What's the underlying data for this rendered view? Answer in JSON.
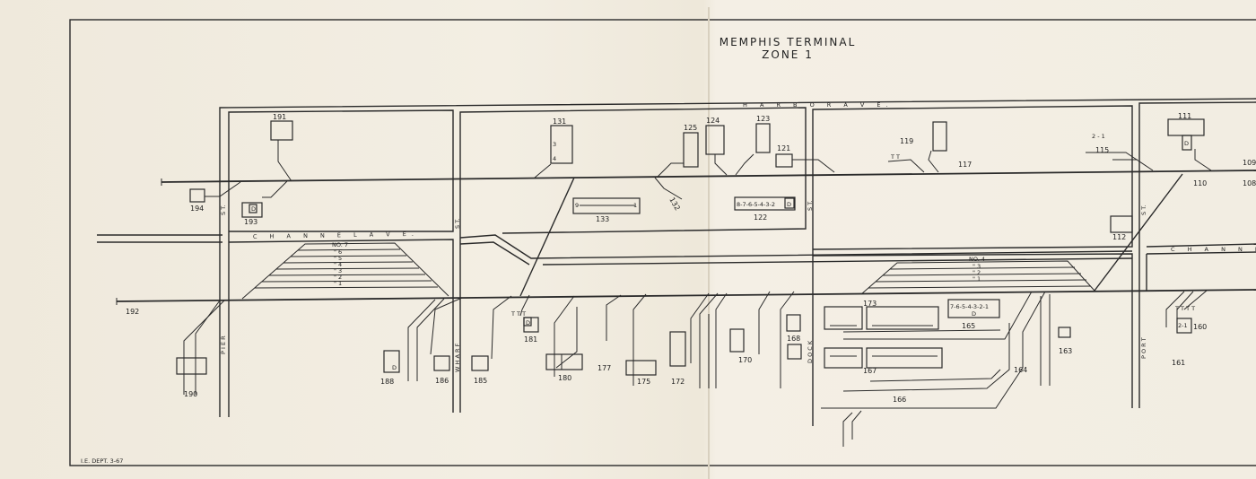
{
  "map": {
    "title": "MEMPHIS  TERMINAL",
    "subtitle": "ZONE 1",
    "footer": "I.E. DEPT. 3-67"
  },
  "streets": {
    "harbor": "H A R B O R     A V E.",
    "channel": "C H A N N E L     A V E.",
    "channel_right": "C H A N N E",
    "pier": "P I E R",
    "st1": "S T.",
    "wharf": "W H A R F",
    "st2": "S T.",
    "st3": "S T.",
    "dock": "D O C K",
    "port": "P O R T",
    "st4": "S T."
  },
  "labels": {
    "n191": "191",
    "n194": "194",
    "n193": "193",
    "n131": "131",
    "n125": "125",
    "n124": "124",
    "n123": "123",
    "n121": "121",
    "n119": "119",
    "n117": "117",
    "n115": "115",
    "n111": "111",
    "n110": "110",
    "n109": "109",
    "n108": "108",
    "n133": "133",
    "n132": "132",
    "n122": "122",
    "n112": "112",
    "n192": "192",
    "n190": "190",
    "n188": "188",
    "n186": "186",
    "n185": "185",
    "n181": "181",
    "n180": "180",
    "n177": "177",
    "n175": "175",
    "n172": "172",
    "n170": "170",
    "n168": "168",
    "n173": "173",
    "n165": "165",
    "n167": "167",
    "n166": "166",
    "n164": "164",
    "n163": "163",
    "n161": "161",
    "n160": "160"
  },
  "track_labels": {
    "left_yard": [
      "NO. 7",
      "\" 6",
      "\" 5",
      "\" 4",
      "\" 3",
      "\" 2",
      "\" 1"
    ],
    "right_yard": [
      "NO. 4",
      "\" 3",
      "\" 2",
      "\" 1"
    ]
  },
  "box_text": {
    "b122": "8-7-6-5-4-3-2",
    "b122d": "D",
    "b165": "7-6-5-4-3-2-1",
    "b165d": "D",
    "b133a": "9",
    "b133b": "1",
    "b115": "2 - 1",
    "b160": "2-1",
    "b131a": "3",
    "b131b": "4",
    "b119": "T T",
    "b181": "T T T",
    "b161top": "T T T T",
    "d": "D"
  }
}
